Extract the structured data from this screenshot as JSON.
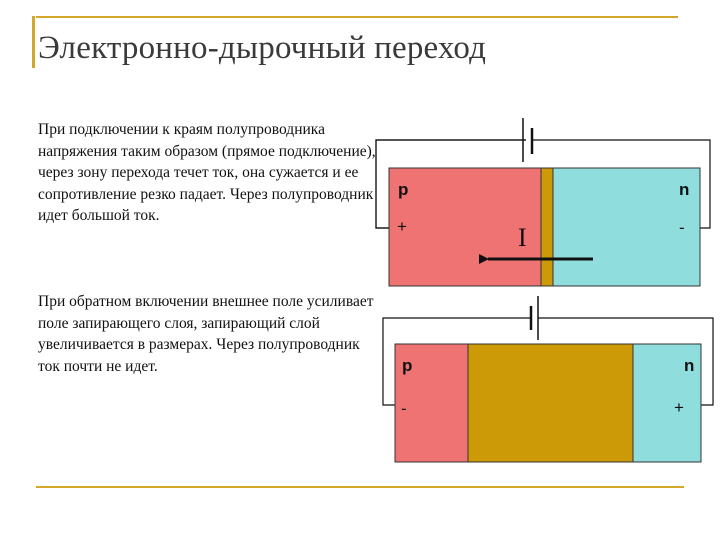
{
  "title": "Электронно-дырочный переход",
  "paragraph_forward": "При подключении к краям полупроводника напряжения таким образом (прямое подключение), через зону перехода течет ток, она сужается и ее сопротивление резко падает. Через полупроводник идет большой ток.",
  "paragraph_reverse": "При обратном включении внешнее поле усиливает поле запирающего слоя, запирающий слой увеличивается в размерах. Через полупроводник ток почти не идет.",
  "forward_diagram": {
    "p_label": "p",
    "n_label": "n",
    "p_sign": "+",
    "n_sign": "-",
    "current_label": "I"
  },
  "reverse_diagram": {
    "p_label": "p",
    "n_label": "n",
    "p_sign": "-",
    "n_sign": "+"
  },
  "colors": {
    "accent_rule": "#d4a72c",
    "p_region": "#f07373",
    "n_region": "#8fdedd",
    "junction": "#cc9a06"
  }
}
